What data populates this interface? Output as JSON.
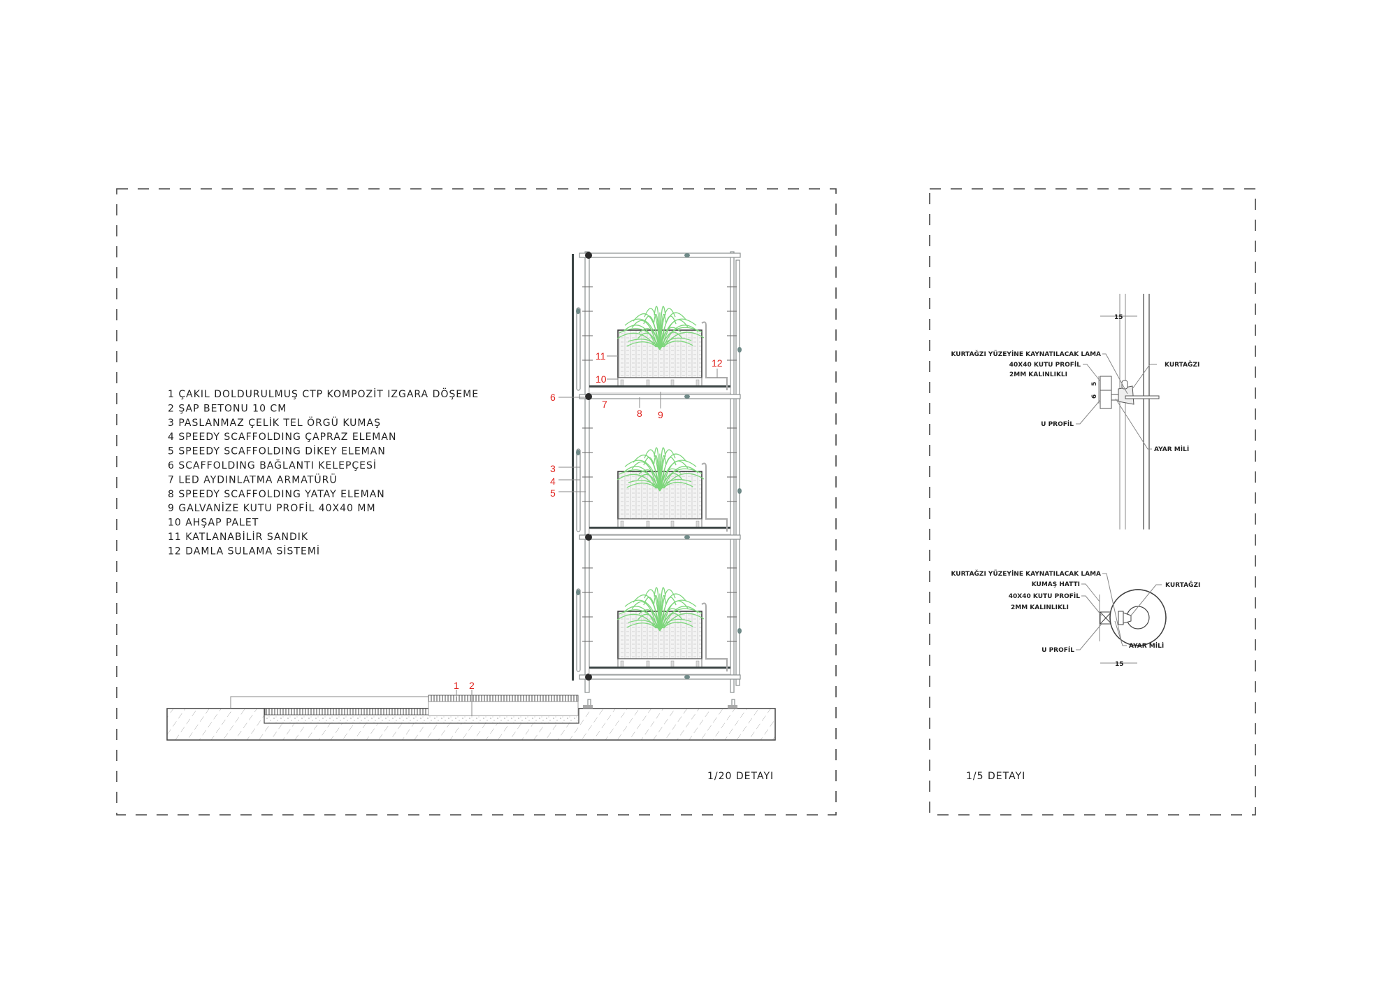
{
  "legend": {
    "items": [
      "1 ÇAKIL DOLDURULMUŞ CTP KOMPOZİT IZGARA DÖŞEME",
      "2 ŞAP BETONU 10 CM",
      "3 PASLANMAZ ÇELİK TEL ÖRGÜ KUMAŞ",
      "4 SPEEDY SCAFFOLDING ÇAPRAZ ELEMAN",
      "5 SPEEDY SCAFFOLDING DİKEY ELEMAN",
      "6 SCAFFOLDING BAĞLANTI KELEPÇESİ",
      "7 LED AYDINLATMA ARMATÜRÜ",
      "8 SPEEDY SCAFFOLDING YATAY ELEMAN",
      "9 GALVANİZE KUTU PROFİL 40X40 MM",
      "10 AHŞAP PALET",
      "11 KATLANABİLİR SANDIK",
      "12 DAMLA SULAMA SİSTEMİ"
    ]
  },
  "section_markers": [
    "1",
    "2",
    "3",
    "4",
    "5",
    "6",
    "7",
    "8",
    "9",
    "10",
    "11",
    "12"
  ],
  "detail_left": {
    "title": "1/20 DETAYI"
  },
  "detail_right": {
    "title": "1/5 DETAYI",
    "elevation": {
      "lama": "KURTAĞZI YÜZEYİNE KAYNATILACAK LAMA",
      "kutu": "40X40 KUTU PROFİL",
      "kalinlik": "2MM KALINLIKLI",
      "kurtagzi": "KURTAĞZI",
      "u_profil": "U PROFİL",
      "ayar": "AYAR MİLİ",
      "dim_15": "15",
      "dim_6": "6",
      "dim_5": "5"
    },
    "plan": {
      "lama": "KURTAĞZI YÜZEYİNE KAYNATILACAK LAMA",
      "kumas": "KUMAŞ HATTI",
      "kutu": "40X40 KUTU PROFİL",
      "kalinlik": "2MM KALINLIKLI",
      "kurtagzi": "KURTAĞZI",
      "u_profil": "U PROFİL",
      "ayar": "AYAR MİLİ",
      "dim_15": "15"
    }
  },
  "colors": {
    "marker": "#e0201b",
    "plant": "#7cd67a",
    "steel": "#3b4444"
  }
}
